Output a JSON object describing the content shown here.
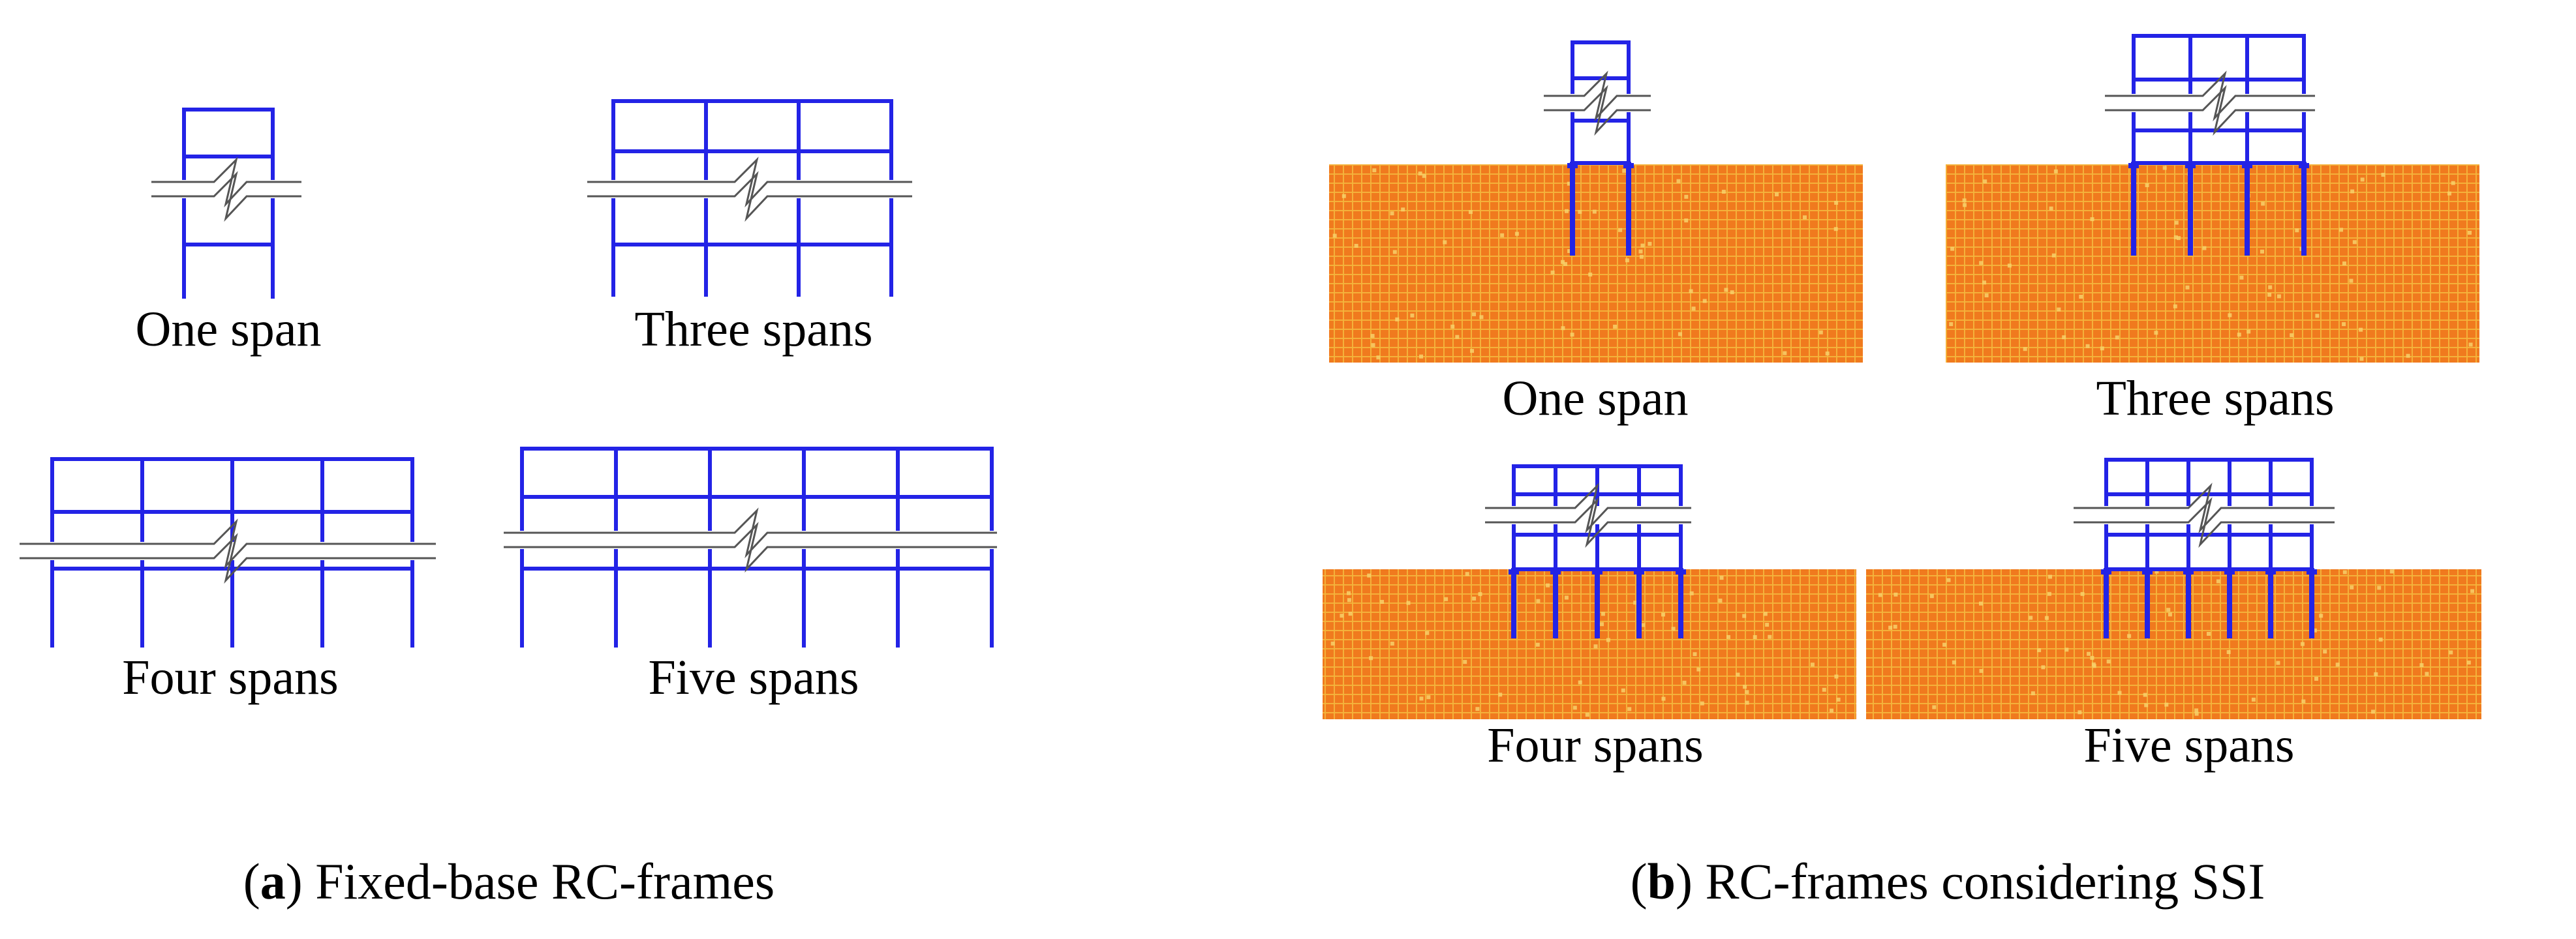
{
  "colors": {
    "frame": "#2323e6",
    "soil_fill": "#f07a1e",
    "soil_grid": "#f4b43c",
    "soil_speck": "#f7d06a",
    "break_line": "#555555",
    "text": "#000000"
  },
  "panels": [
    {
      "id": "a",
      "caption_letter": "a",
      "caption_open": "(",
      "caption_close": ")",
      "caption_rest": " Fixed-base RC-frames",
      "frames": [
        {
          "label": "One span",
          "spans": 1
        },
        {
          "label": "Three spans",
          "spans": 3
        },
        {
          "label": "Four spans",
          "spans": 4
        },
        {
          "label": "Five spans",
          "spans": 5
        }
      ]
    },
    {
      "id": "b",
      "caption_letter": "b",
      "caption_open": "(",
      "caption_close": ")",
      "caption_rest": " RC-frames considering SSI",
      "frames": [
        {
          "label": "One span",
          "spans": 1
        },
        {
          "label": "Three spans",
          "spans": 3
        },
        {
          "label": "Four spans",
          "spans": 4
        },
        {
          "label": "Five spans",
          "spans": 5
        }
      ]
    }
  ]
}
